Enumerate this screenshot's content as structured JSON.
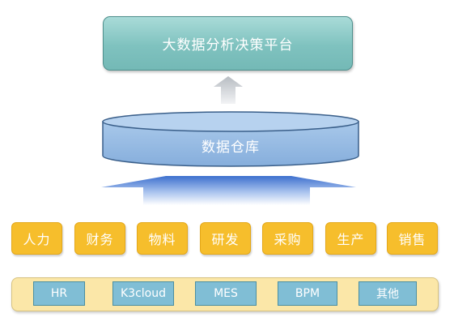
{
  "platform": {
    "label": "大数据分析决策平台"
  },
  "warehouse": {
    "label": "数据仓库"
  },
  "departments": [
    "人力",
    "财务",
    "物料",
    "研发",
    "采购",
    "生产",
    "销售"
  ],
  "systems": [
    "HR",
    "K3cloud",
    "MES",
    "BPM",
    "其他"
  ],
  "colors": {
    "platform_fill": "#7fc2bf",
    "warehouse_fill": "#9dc0e6",
    "department_fill": "#f6be2c",
    "system_panel_fill": "#fbe7a8",
    "system_box_fill": "#80bed5"
  }
}
